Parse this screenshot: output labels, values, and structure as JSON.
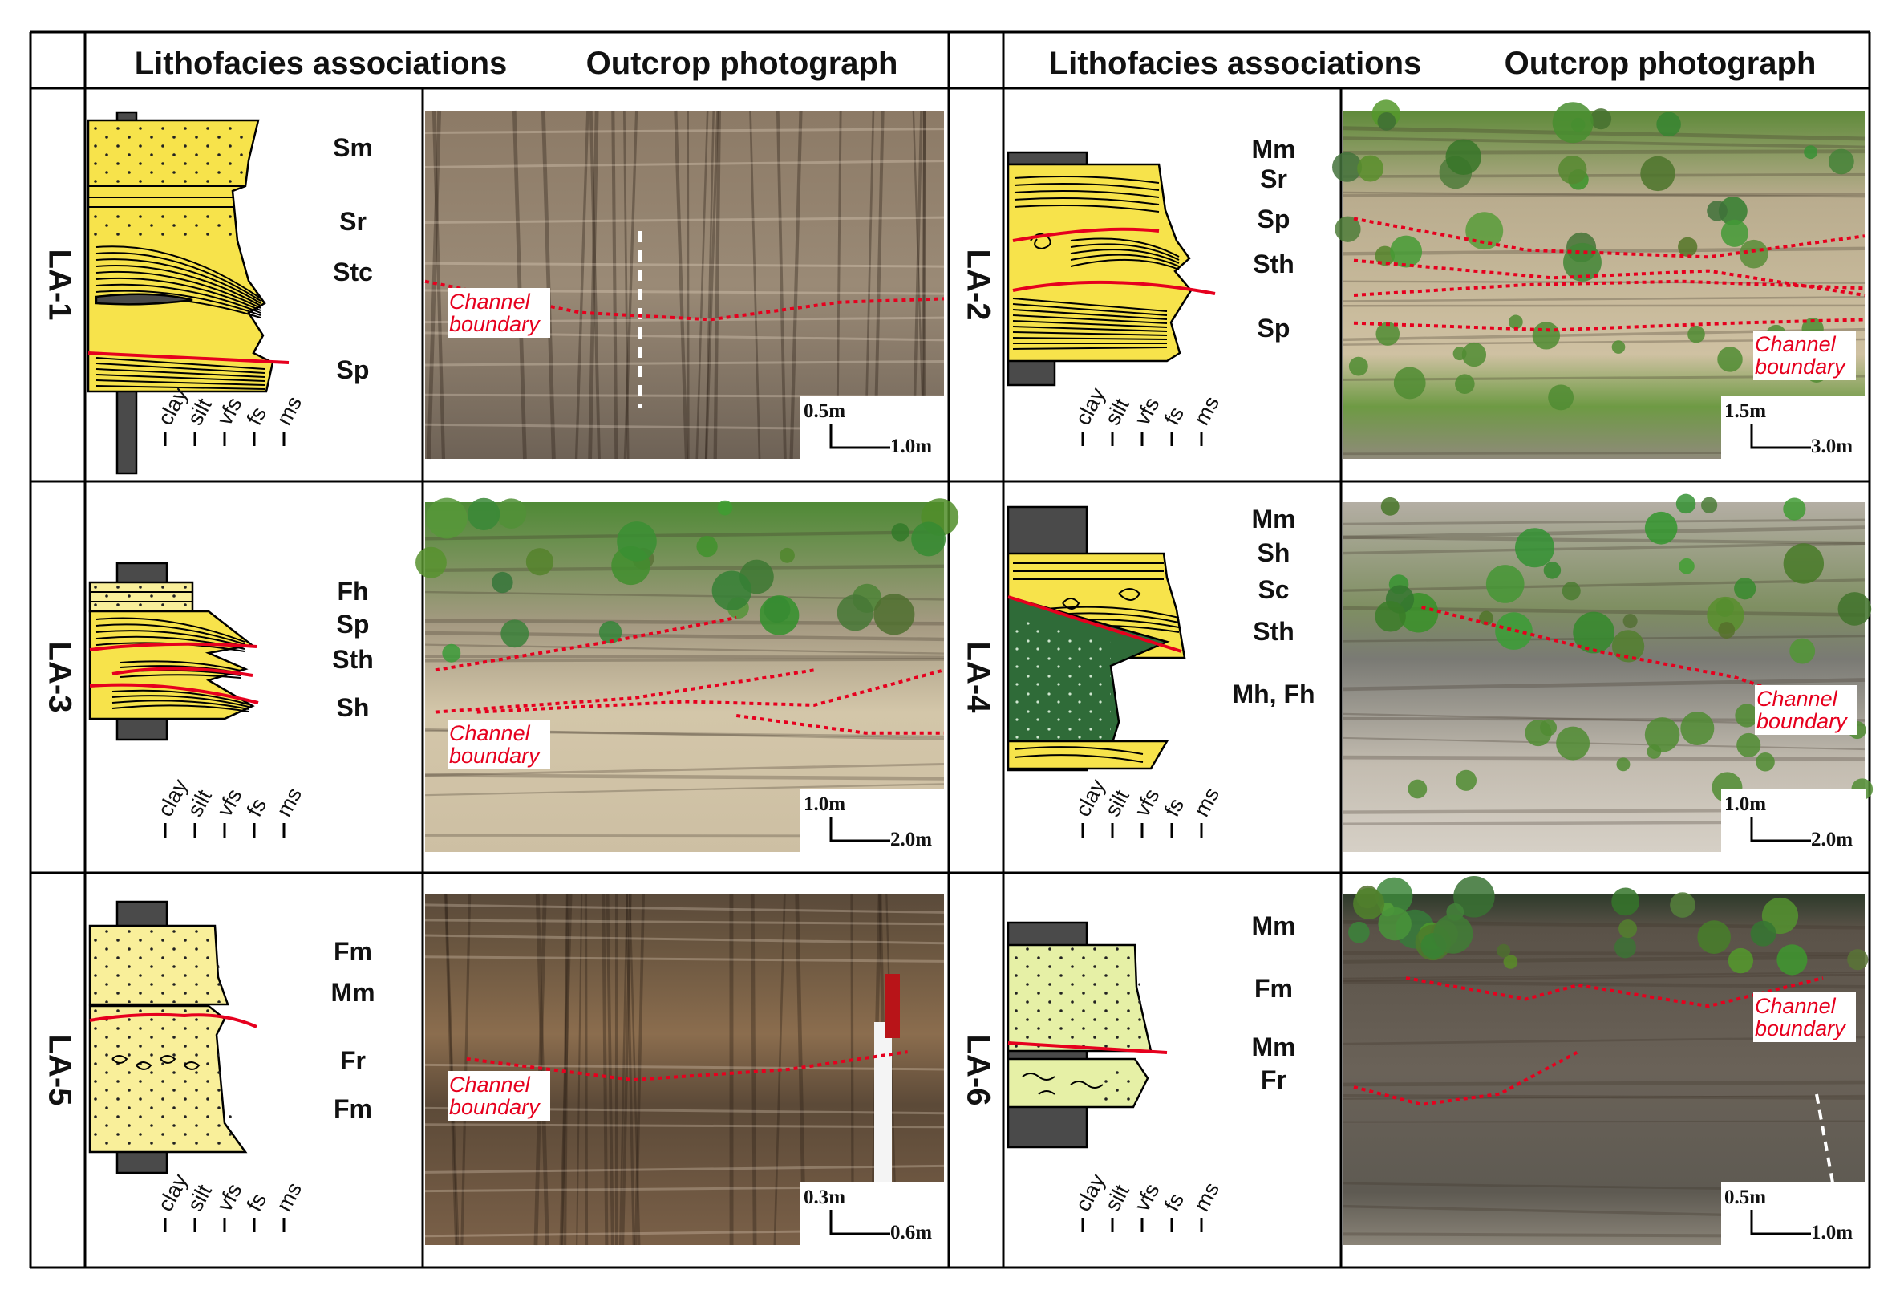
{
  "headers": {
    "left_lithofacies": "Lithofacies associations",
    "left_outcrop": "Outcrop photograph",
    "right_lithofacies": "Lithofacies associations",
    "right_outcrop": "Outcrop photograph"
  },
  "grain_size_labels": [
    "clay",
    "silt",
    "vfs",
    "fs",
    "ms"
  ],
  "annotation_text": [
    "Channel",
    "boundary"
  ],
  "colors": {
    "sandstone": "#f7e34b",
    "pale_sandstone": "#f9ef9a",
    "greenish_sandstone": "#e6f0a6",
    "mudstone": "#4a4a4a",
    "green_mudstone": "#2f6b38",
    "boundary_red": "#e6001e"
  },
  "panels": [
    {
      "id": "LA-1",
      "label": "LA-1",
      "facies": [
        "Sm",
        "Sr",
        "Stc",
        "Sp"
      ],
      "scale_vertical": "0.5m",
      "scale_horizontal": "1.0m",
      "has_boundary_label": true
    },
    {
      "id": "LA-2",
      "label": "LA-2",
      "facies": [
        "Mm",
        "Sr",
        "Sp",
        "Sth",
        "Sp"
      ],
      "scale_vertical": "1.5m",
      "scale_horizontal": "3.0m",
      "has_boundary_label": true
    },
    {
      "id": "LA-3",
      "label": "LA-3",
      "facies": [
        "Fh",
        "Sp",
        "Sth",
        "Sh"
      ],
      "scale_vertical": "1.0m",
      "scale_horizontal": "2.0m",
      "has_boundary_label": true
    },
    {
      "id": "LA-4",
      "label": "LA-4",
      "facies": [
        "Mm",
        "Sh",
        "Sc",
        "Sth",
        "Mh, Fh"
      ],
      "scale_vertical": "1.0m",
      "scale_horizontal": "2.0m",
      "has_boundary_label": true
    },
    {
      "id": "LA-5",
      "label": "LA-5",
      "facies": [
        "Fm",
        "Mm",
        "Fr",
        "Fm"
      ],
      "scale_vertical": "0.3m",
      "scale_horizontal": "0.6m",
      "has_boundary_label": true
    },
    {
      "id": "LA-6",
      "label": "LA-6",
      "facies": [
        "Mm",
        "Fm",
        "Mm",
        "Fr"
      ],
      "scale_vertical": "0.5m",
      "scale_horizontal": "1.0m",
      "has_boundary_label": true
    }
  ]
}
